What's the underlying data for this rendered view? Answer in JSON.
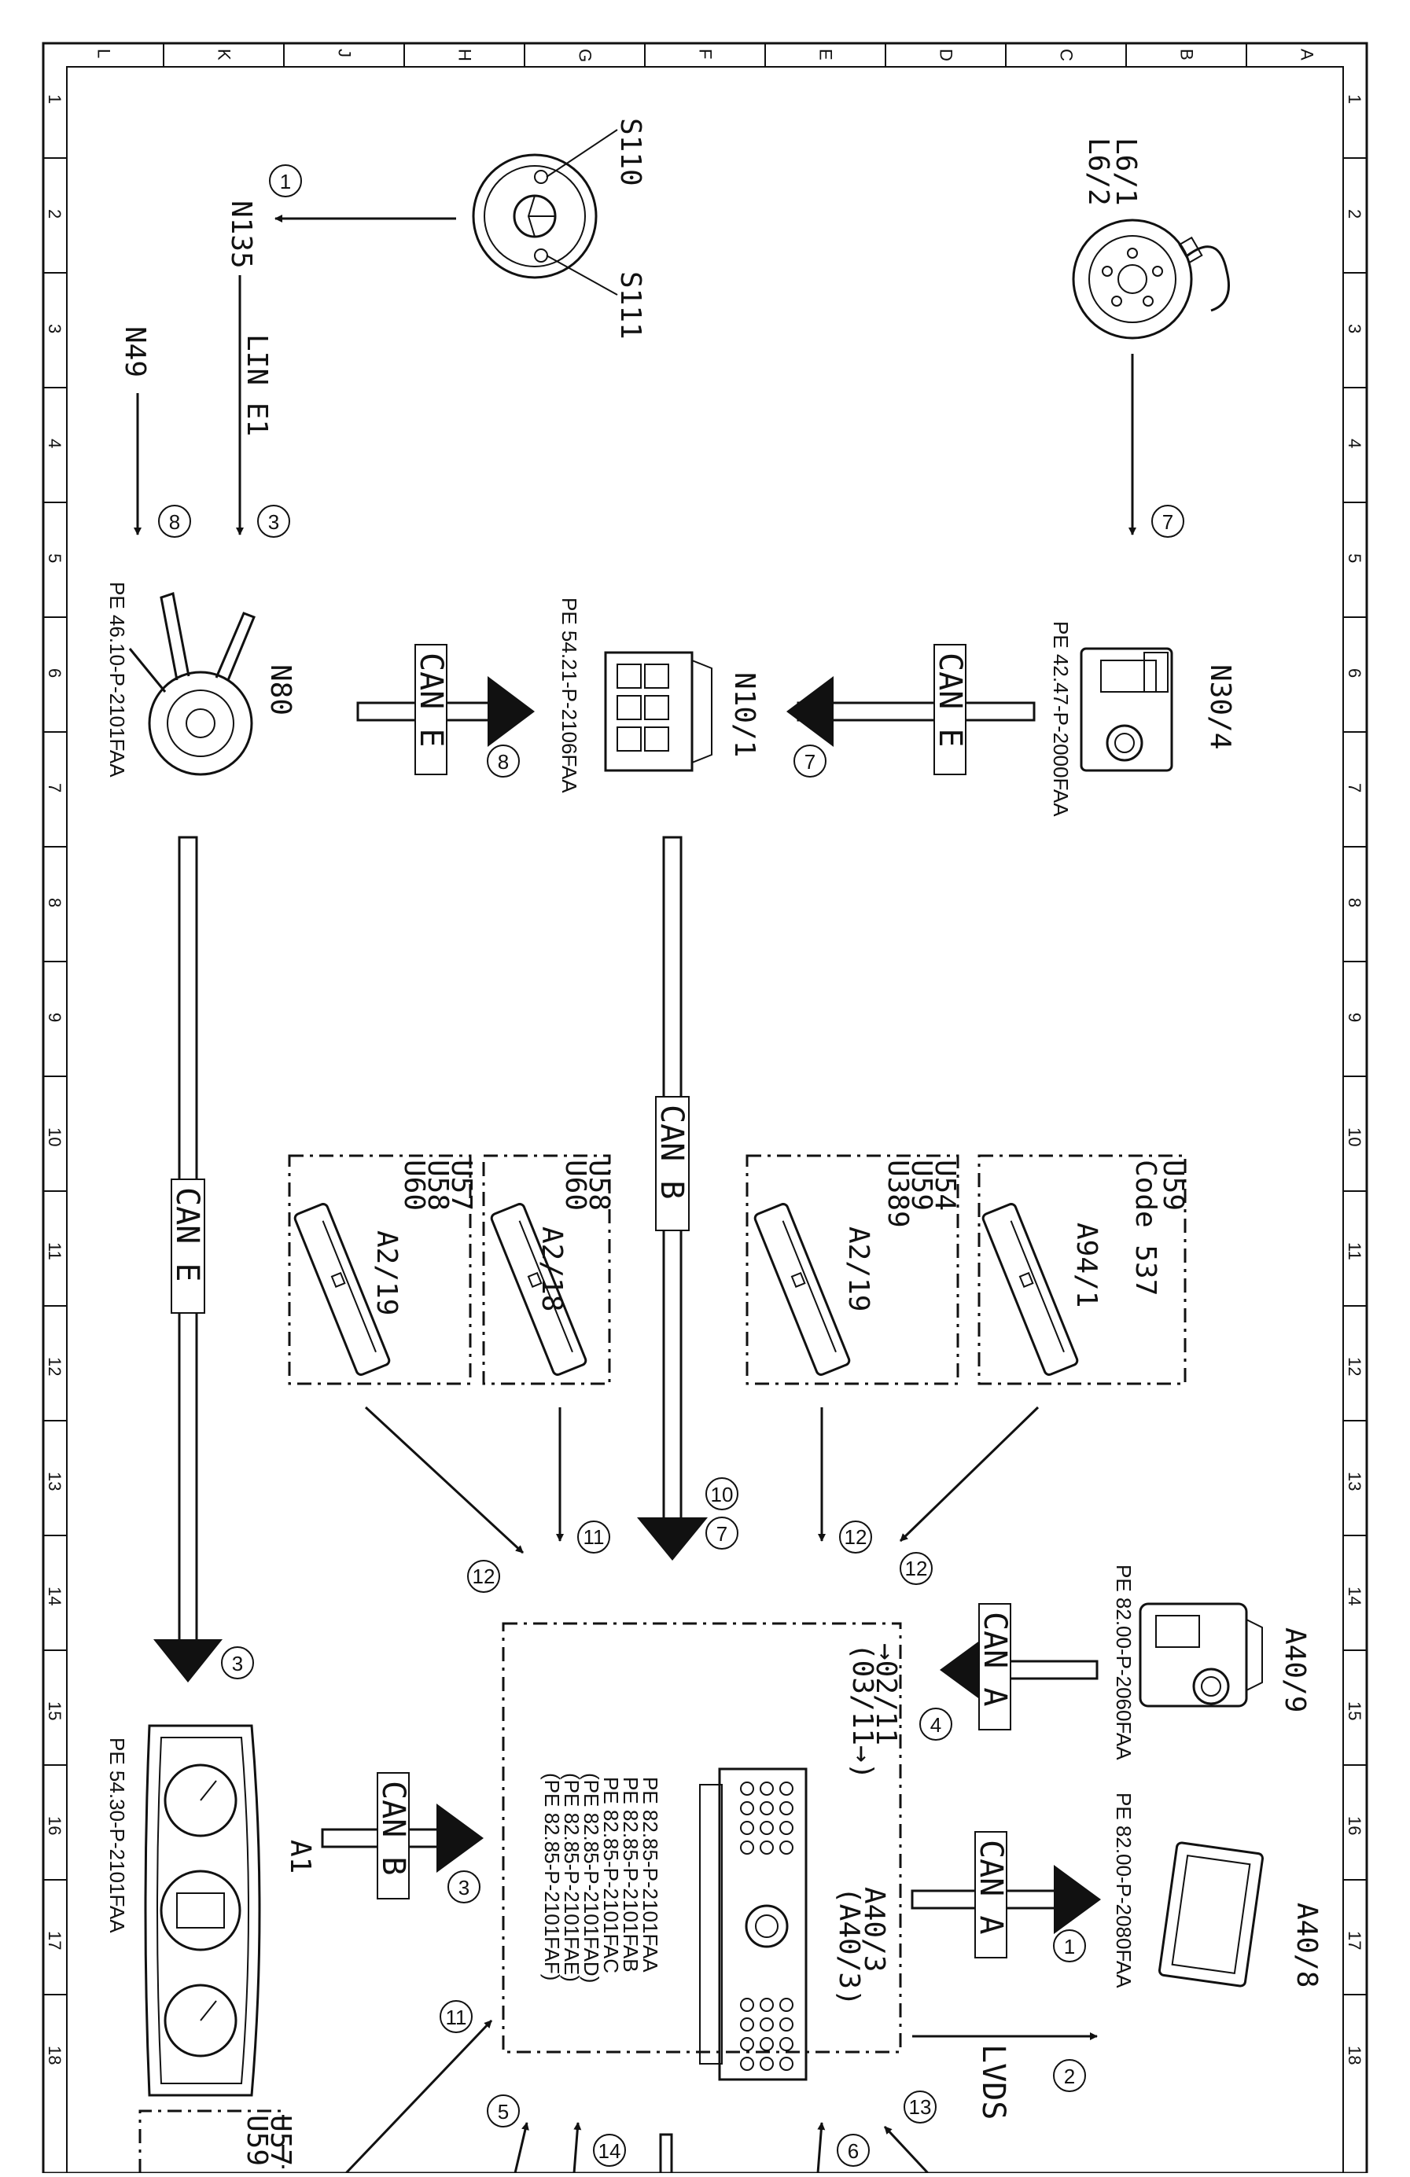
{
  "frame": {
    "columns": [
      "L",
      "K",
      "J",
      "H",
      "G",
      "F",
      "E",
      "D",
      "C",
      "B",
      "A"
    ],
    "rows": [
      "1",
      "2",
      "3",
      "4",
      "5",
      "6",
      "7",
      "8",
      "9",
      "10",
      "11",
      "12",
      "13",
      "14",
      "15",
      "16",
      "17",
      "18"
    ]
  },
  "components": {
    "l6": [
      "L6/1",
      "L6/2"
    ],
    "s110": "S110",
    "s111": "S111",
    "n135": "N135",
    "n49": "N49",
    "lin_e1": "LIN E1",
    "n30_4": "N30/4",
    "n30_4_ref": "PE 42.47-P-2000FAA",
    "n10_1": "N10/1",
    "n10_1_ref": "PE 54.21-P-2106FAA",
    "n80": "N80",
    "n80_ref": "PE 46.10-P-2101FAA",
    "box1": [
      "U59",
      "Code 537",
      "A94/1"
    ],
    "box2": [
      "U54",
      "U59",
      "U389",
      "A2/19"
    ],
    "box3": [
      "U58",
      "U60",
      "A2/18"
    ],
    "box4": [
      "U57",
      "U58",
      "U60",
      "A2/19"
    ],
    "a40_9": "A40/9",
    "a40_9_ref": "PE 82.00-P-2060FAA",
    "a40_8": "A40/8",
    "a40_8_ref": "PE 82.00-P-2080FAA",
    "a40_3": [
      "A40/3",
      "(A40/3)"
    ],
    "a40_3_dates": [
      "→02/11",
      "(03/11→)"
    ],
    "a40_3_refs": [
      "PE 82.85-P-2101FAA",
      "PE 82.85-P-2101FAB",
      "PE 82.85-P-2101FAC",
      "(PE 82.85-P-2101FAD)",
      "(PE 82.85-P-2101FAE)",
      "(PE 82.85-P-2101FAF)"
    ],
    "a1": "A1",
    "a1_ref": "PE 54.30-P-2101FAA",
    "bottom_box": [
      "U57",
      "U59"
    ],
    "lvds": "LVDS"
  },
  "buses": {
    "can_e": "CAN E",
    "can_b": "CAN B",
    "can_a": "CAN A"
  },
  "markers": [
    "1",
    "2",
    "3",
    "4",
    "5",
    "6",
    "7",
    "8",
    "10",
    "11",
    "12",
    "13",
    "14"
  ],
  "colors": {
    "ink": "#111111",
    "paper": "#ffffff"
  }
}
